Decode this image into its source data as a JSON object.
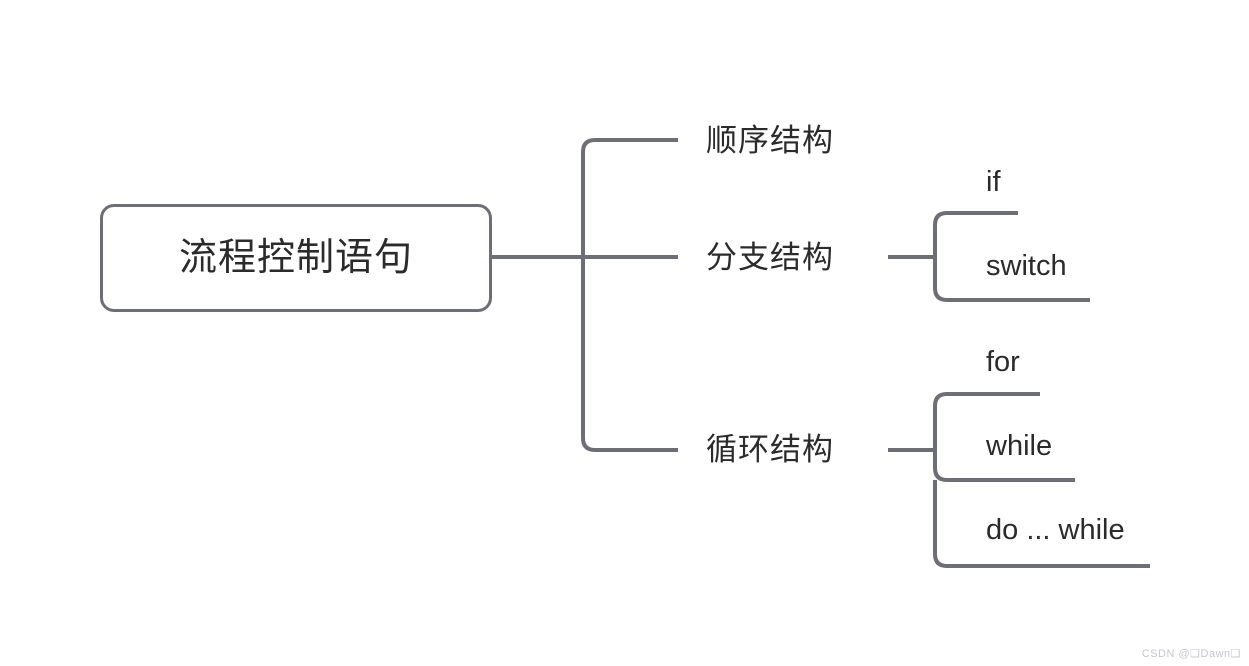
{
  "diagram": {
    "type": "mindmap",
    "title": "流程控制语句",
    "orientation": "left-to-right",
    "line_color": "#6e6e76",
    "text_color": "#2b2b2b",
    "background_color": "#ffffff",
    "root": {
      "label": "流程控制语句",
      "shape": "rounded-rectangle"
    },
    "branches": [
      {
        "label": "顺序结构",
        "children": []
      },
      {
        "label": "分支结构",
        "children": [
          {
            "label": "if"
          },
          {
            "label": "switch"
          }
        ]
      },
      {
        "label": "循环结构",
        "children": [
          {
            "label": "for"
          },
          {
            "label": "while"
          },
          {
            "label": "do ... while"
          }
        ]
      }
    ]
  },
  "watermark": {
    "text": "CSDN @❑Dawn❑"
  }
}
